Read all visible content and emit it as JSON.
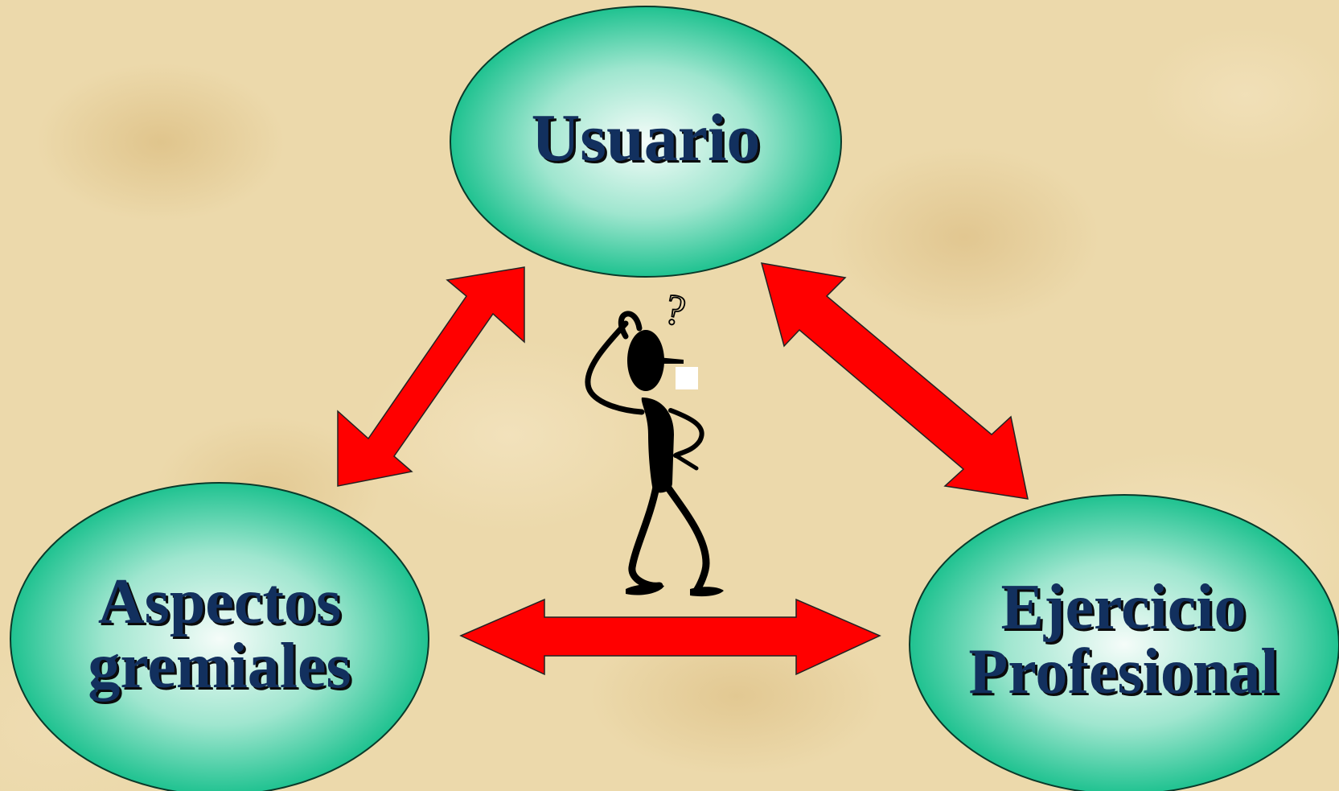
{
  "nodes": {
    "top": {
      "label": "Usuario"
    },
    "left": {
      "label": "Aspectos\ngremiales"
    },
    "right": {
      "label": "Ejercicio\nProfesional"
    }
  },
  "figure": {
    "question_mark": "?"
  },
  "colors": {
    "node_fill_center": "#f5fcf9",
    "node_fill_edge": "#1fc290",
    "node_stroke": "#0a3a2a",
    "arrow_fill": "#ff0000",
    "label_text": "#12305e",
    "figure": "#000000",
    "background": "#ecd9ab"
  }
}
